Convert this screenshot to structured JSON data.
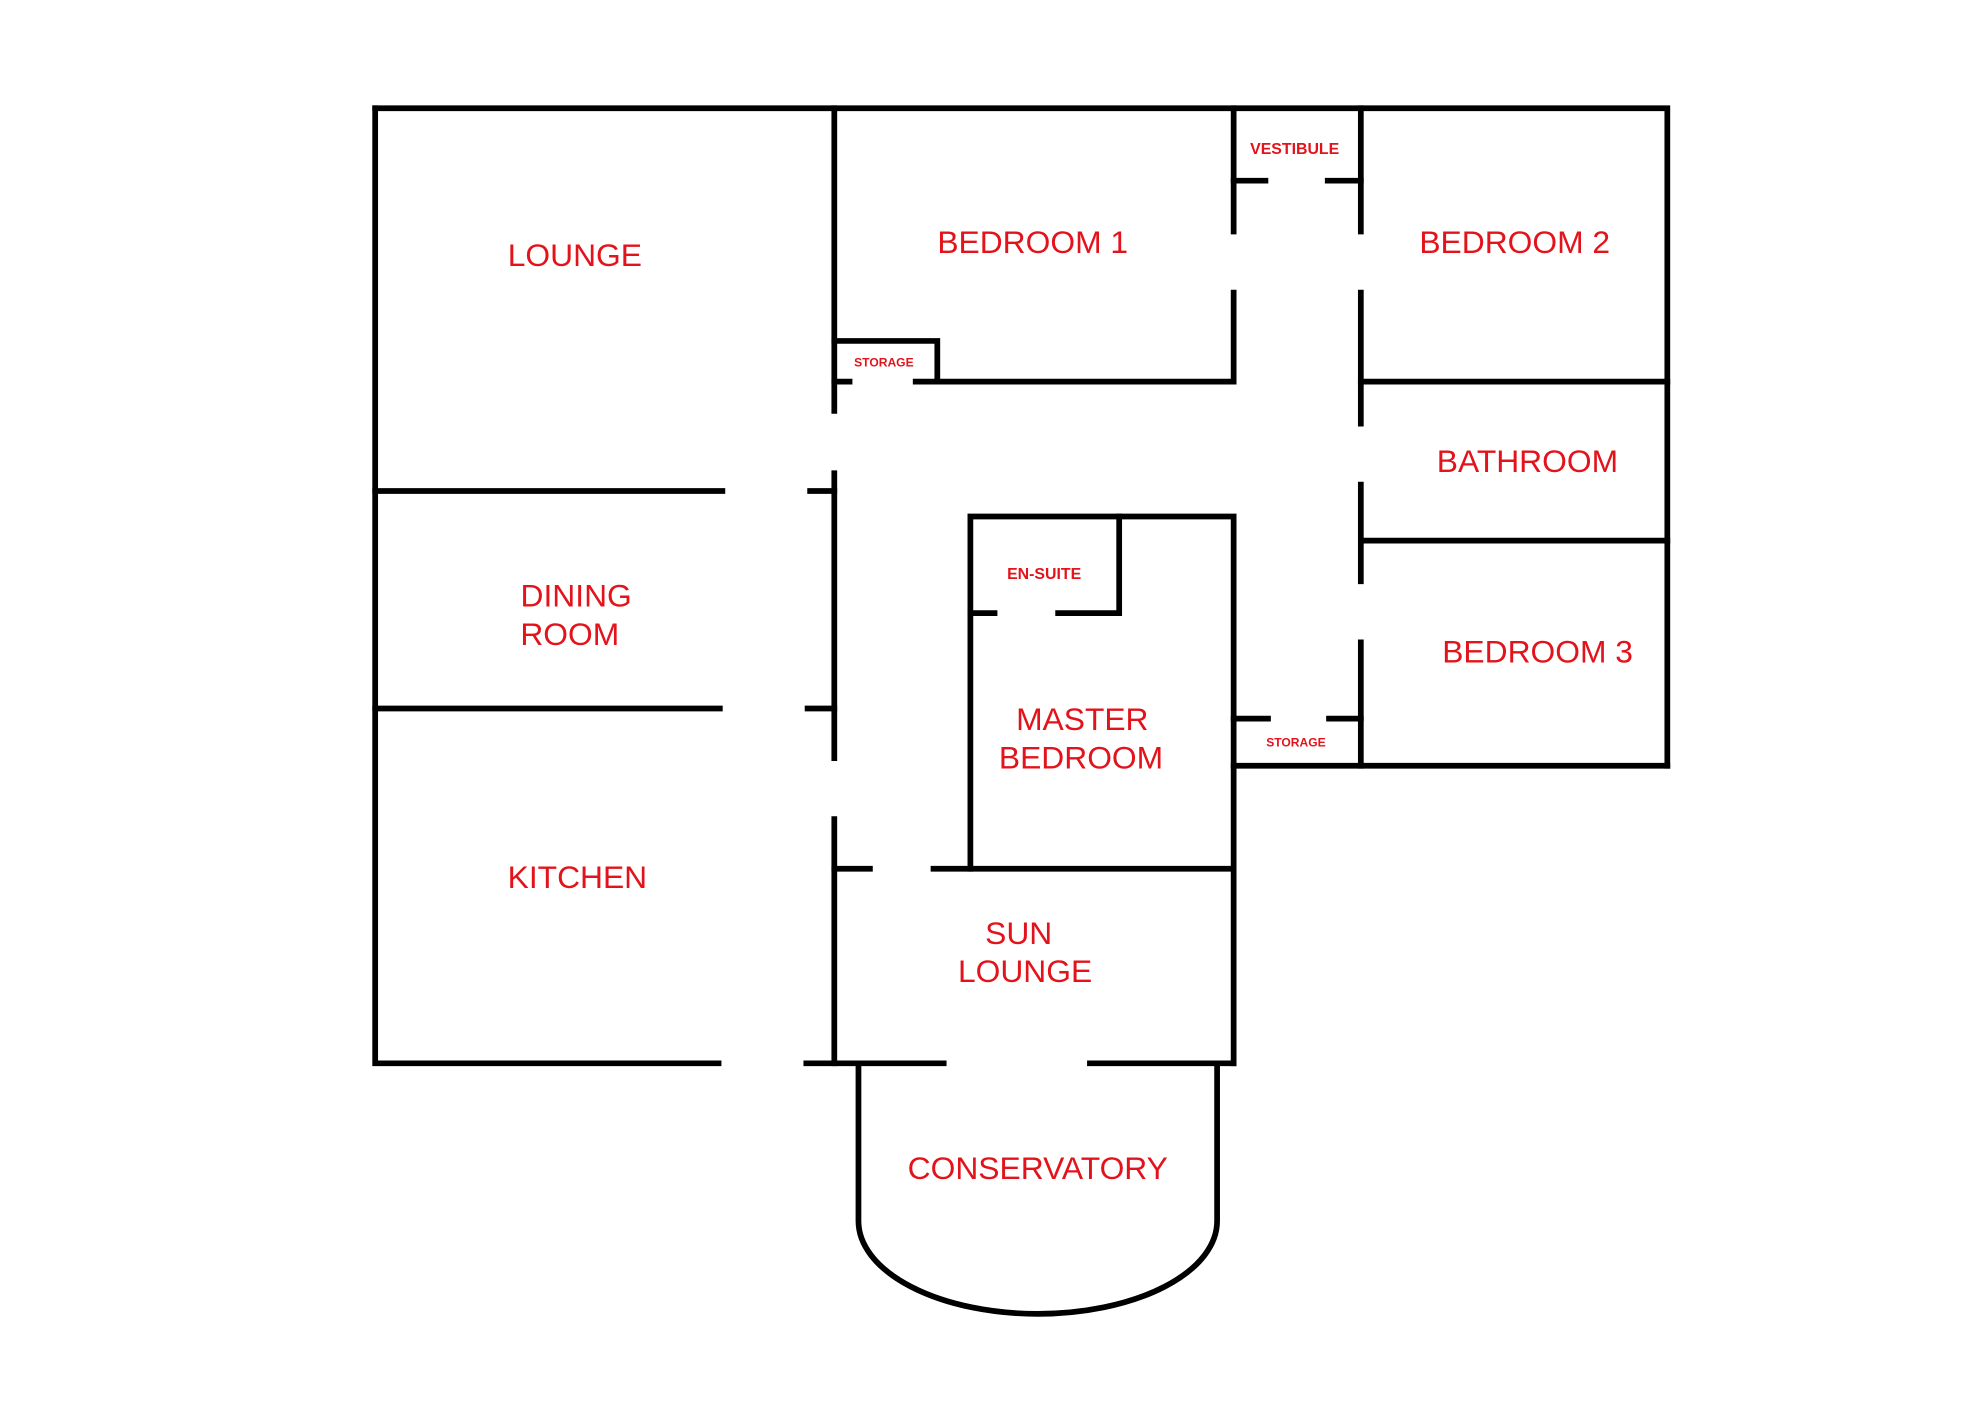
{
  "floorplan": {
    "label_color": "#e3131b",
    "wall_color": "#000000",
    "rooms": {
      "lounge": "LOUNGE",
      "bedroom1": "BEDROOM 1",
      "vestibule": "VESTIBULE",
      "bedroom2": "BEDROOM 2",
      "storage1": "STORAGE",
      "bathroom": "BATHROOM",
      "dining_line1": "DINING",
      "dining_line2": "ROOM",
      "ensuite": "EN-SUITE",
      "bedroom3": "BEDROOM 3",
      "master_line1": "MASTER",
      "master_line2": "BEDROOM",
      "storage2": "STORAGE",
      "kitchen": "KITCHEN",
      "sun_line1": "SUN",
      "sun_line2": "LOUNGE",
      "conservatory": "CONSERVATORY"
    }
  }
}
